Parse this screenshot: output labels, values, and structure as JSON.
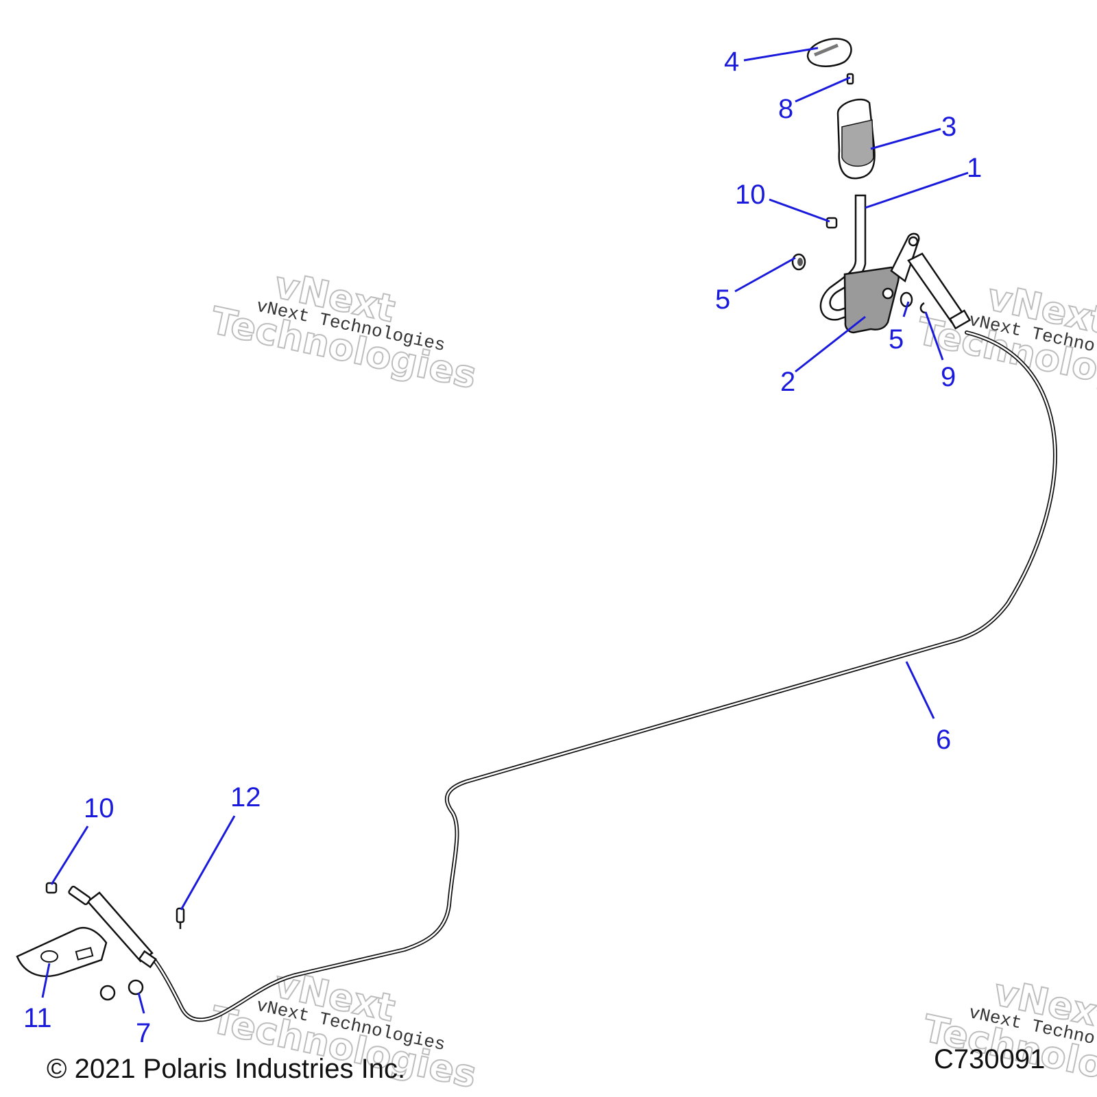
{
  "callouts": [
    {
      "id": "4",
      "text": "4"
    },
    {
      "id": "8",
      "text": "8"
    },
    {
      "id": "3",
      "text": "3"
    },
    {
      "id": "1",
      "text": "1"
    },
    {
      "id": "10a",
      "text": "10"
    },
    {
      "id": "5a",
      "text": "5"
    },
    {
      "id": "5b",
      "text": "5"
    },
    {
      "id": "2",
      "text": "2"
    },
    {
      "id": "9",
      "text": "9"
    },
    {
      "id": "6",
      "text": "6"
    },
    {
      "id": "10b",
      "text": "10"
    },
    {
      "id": "12",
      "text": "12"
    },
    {
      "id": "11",
      "text": "11"
    },
    {
      "id": "7",
      "text": "7"
    }
  ],
  "watermark": {
    "line_serif": "vNext Technologies",
    "outline_top": "vNext",
    "outline_bottom": "Technologies"
  },
  "footer": {
    "copyright": "© 2021 Polaris Industries Inc.",
    "figure_code": "C730091"
  },
  "colors": {
    "callout": "#1a1adc",
    "line": "#111111"
  }
}
